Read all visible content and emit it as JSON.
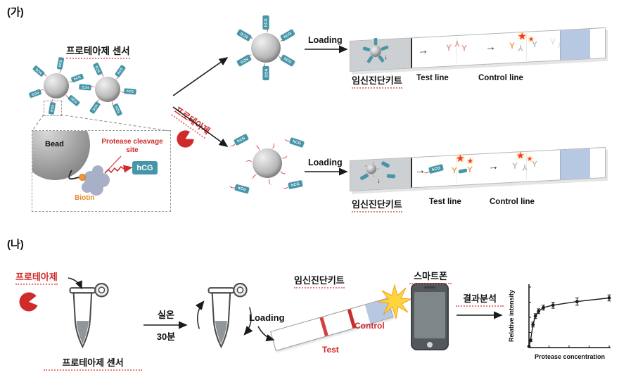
{
  "figure": {
    "panel_a_tag": "(가)",
    "panel_b_tag": "(나)"
  },
  "labels": {
    "hcg": "hCG"
  },
  "icons": {
    "right_arrow": "→",
    "down_arrow": "↓",
    "star": "★",
    "antibody": "Y"
  },
  "panel_a": {
    "sensor_label": "프로테아제 센서",
    "protease_label": "프로테아제",
    "inset": {
      "bead_label": "Bead",
      "cleavage_label": "Protease cleavage site",
      "hcg_label": "hCG",
      "biotin_label": "Biotin"
    },
    "top_path": {
      "loading_label": "Loading",
      "kit_label": "임신진단키트",
      "test_line_label": "Test line",
      "control_line_label": "Control line"
    },
    "bottom_path": {
      "loading_label": "Loading",
      "kit_label": "임신진단키트",
      "test_line_label": "Test line",
      "control_line_label": "Control line"
    }
  },
  "panel_b": {
    "protease_label": "프로테아제",
    "sensor_label": "프로테아제 센서",
    "incubation_temp": "실온",
    "incubation_time": "30분",
    "loading_label": "Loading",
    "kit_label": "임신진단키트",
    "test_label": "Test",
    "control_label": "Control",
    "smartphone_label": "스마트폰",
    "analysis_label": "결과분석"
  },
  "chart_data": {
    "type": "line",
    "title": "",
    "xlabel": "Protease concentration",
    "ylabel": "Relative intensity",
    "x": [
      0.0,
      0.02,
      0.05,
      0.08,
      0.12,
      0.18,
      0.3,
      0.6,
      1.0
    ],
    "y": [
      0.02,
      0.12,
      0.38,
      0.52,
      0.6,
      0.66,
      0.7,
      0.76,
      0.82
    ],
    "yerr": [
      0.0,
      0.02,
      0.04,
      0.04,
      0.04,
      0.04,
      0.05,
      0.06,
      0.05
    ],
    "xlim": [
      0,
      1
    ],
    "ylim": [
      0,
      1
    ],
    "axis_tick_numbers_visible": false,
    "grid": false,
    "legend": false
  },
  "colors": {
    "accent_red": "#cf2b2b",
    "tag_teal": "#4596a8",
    "pad_blue": "#b7c8e2",
    "antibody_pink": "#e89c9c",
    "antibody_orange": "#e8a75c",
    "antibody_gray": "#bdbdbd",
    "star_red": "#ee3a2c",
    "flash_yellow": "#ffd53e"
  }
}
